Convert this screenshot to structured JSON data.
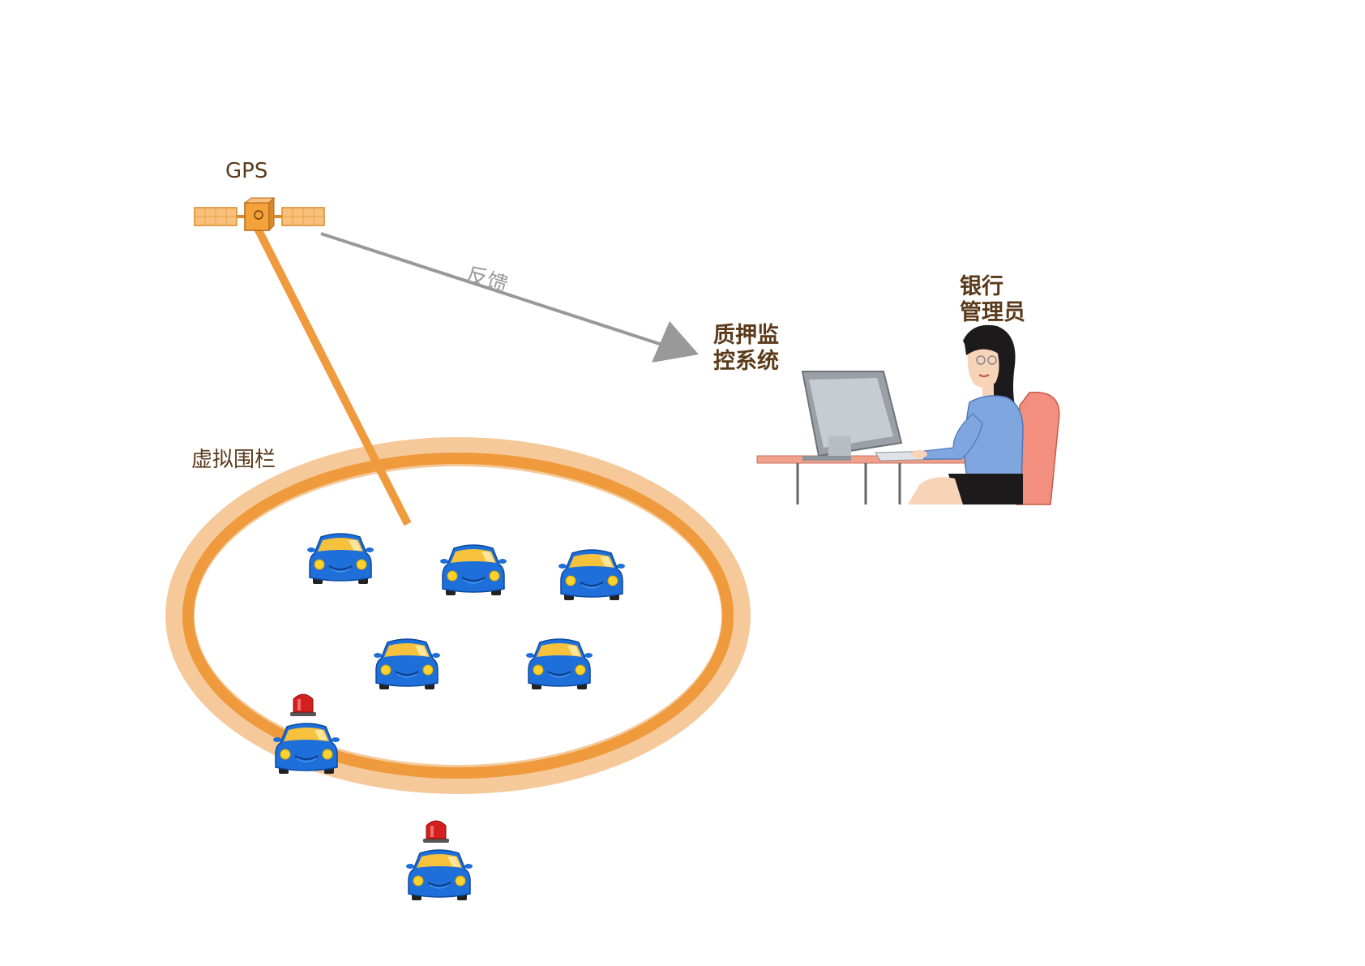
{
  "labels": {
    "gps": "GPS",
    "feedback": "反馈",
    "system": "质押监\n控系统",
    "manager": "银行\n管理员",
    "fence": "虚拟围栏"
  },
  "colors": {
    "fence_outer": "#f5c99a",
    "fence_inner": "#ef9a3c",
    "gps_beam": "#ef9a3c",
    "feedback_arrow": "#999999",
    "car_body": "#1e6fd9",
    "car_glass": "#f6c23e",
    "alarm_light": "#d41f1f",
    "label_text": "#5a3a1a"
  },
  "icons": [
    "satellite-icon",
    "car-icon",
    "alarm-light-icon",
    "computer-icon",
    "desk-icon",
    "bank-manager-icon",
    "chair-icon"
  ],
  "cars": [
    {
      "id": "car-1",
      "alarm": false
    },
    {
      "id": "car-2",
      "alarm": false
    },
    {
      "id": "car-3",
      "alarm": false
    },
    {
      "id": "car-4",
      "alarm": false
    },
    {
      "id": "car-5",
      "alarm": false
    },
    {
      "id": "car-6",
      "alarm": true
    },
    {
      "id": "car-7",
      "alarm": true
    }
  ]
}
